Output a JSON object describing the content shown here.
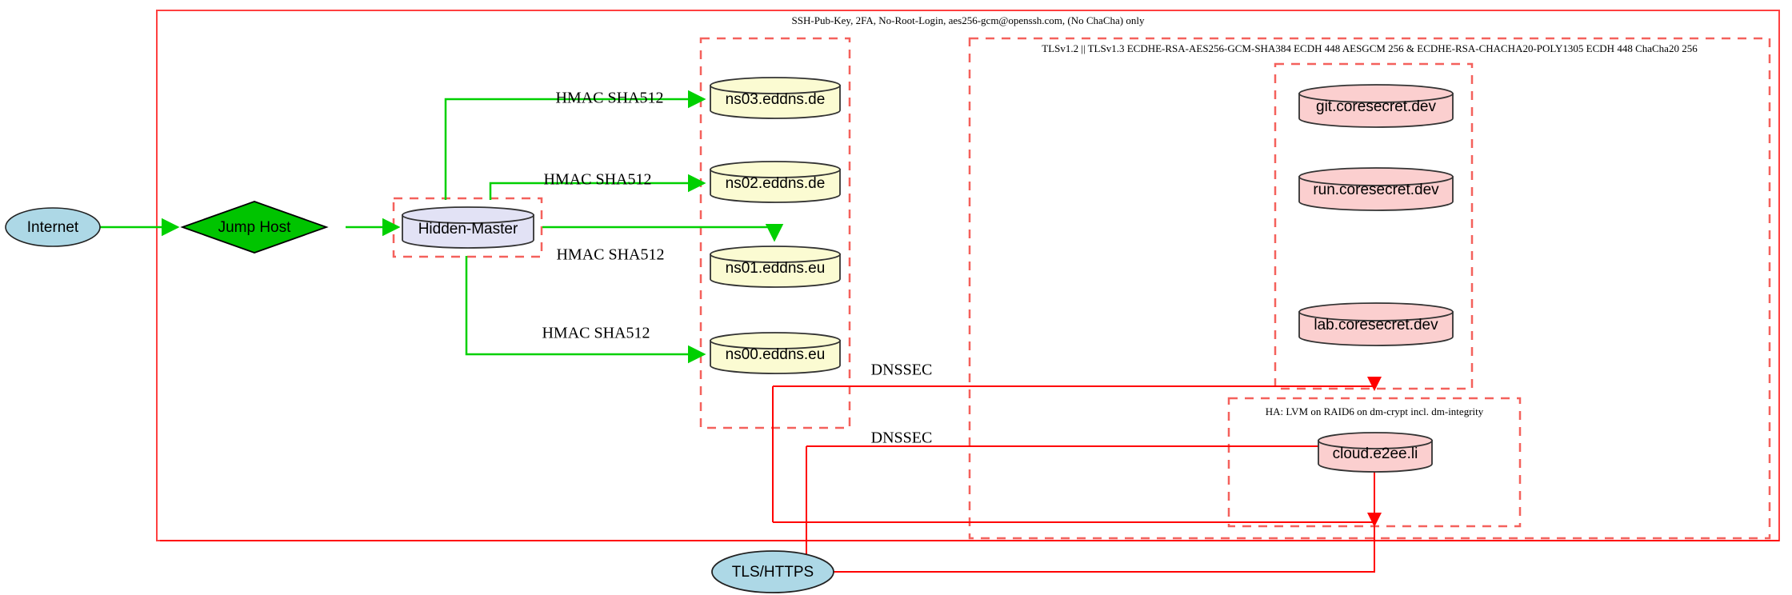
{
  "diagram": {
    "title": "network-security-topology",
    "colors": {
      "ssh_boundary": "#ff0000",
      "tls_boundary": "#f4615c",
      "dns_boundary": "#f4615c",
      "edge_green": "#00d000",
      "edge_red": "#ff0000",
      "internet_fill": "#add8e6",
      "jumphost_fill": "#00c400",
      "master_fill": "#e2e2f5",
      "dns_fill": "#fbfbd2",
      "service_fill": "#fbcfcf"
    },
    "clusters": [
      {
        "id": "ssh",
        "label": "SSH-Pub-Key, 2FA, No-Root-Login, aes256-gcm@openssh.com, (No ChaCha) only"
      },
      {
        "id": "tls",
        "label": "TLSv1.2 || TLSv1.3 ECDHE-RSA-AES256-GCM-SHA384 ECDH 448 AESGCM 256 & ECDHE-RSA-CHACHA20-POLY1305 ECDH 448 ChaCha20 256"
      },
      {
        "id": "ha",
        "label": "HA: LVM on RAID6 on dm-crypt incl. dm-integrity"
      },
      {
        "id": "dns",
        "label": ""
      },
      {
        "id": "master",
        "label": ""
      },
      {
        "id": "svc",
        "label": ""
      }
    ],
    "nodes": [
      {
        "id": "internet",
        "label": "Internet",
        "shape": "ellipse"
      },
      {
        "id": "jumphost",
        "label": "Jump Host",
        "shape": "diamond"
      },
      {
        "id": "master",
        "label": "Hidden-Master",
        "shape": "cylinder"
      },
      {
        "id": "ns03",
        "label": "ns03.eddns.de",
        "shape": "cylinder"
      },
      {
        "id": "ns02",
        "label": "ns02.eddns.de",
        "shape": "cylinder"
      },
      {
        "id": "ns01",
        "label": "ns01.eddns.eu",
        "shape": "cylinder"
      },
      {
        "id": "ns00",
        "label": "ns00.eddns.eu",
        "shape": "cylinder"
      },
      {
        "id": "git",
        "label": "git.coresecret.dev",
        "shape": "cylinder"
      },
      {
        "id": "run",
        "label": "run.coresecret.dev",
        "shape": "cylinder"
      },
      {
        "id": "lab",
        "label": "lab.coresecret.dev",
        "shape": "cylinder"
      },
      {
        "id": "cloud",
        "label": "cloud.e2ee.li",
        "shape": "cylinder"
      },
      {
        "id": "tlshttps",
        "label": "TLS/HTTPS",
        "shape": "ellipse"
      }
    ],
    "edge_labels": {
      "hmac_ns03": "HMAC SHA512",
      "hmac_ns02": "HMAC SHA512",
      "hmac_ns01": "HMAC SHA512",
      "hmac_ns00": "HMAC SHA512",
      "dnssec_upper": "DNSSEC",
      "dnssec_lower": "DNSSEC"
    }
  }
}
